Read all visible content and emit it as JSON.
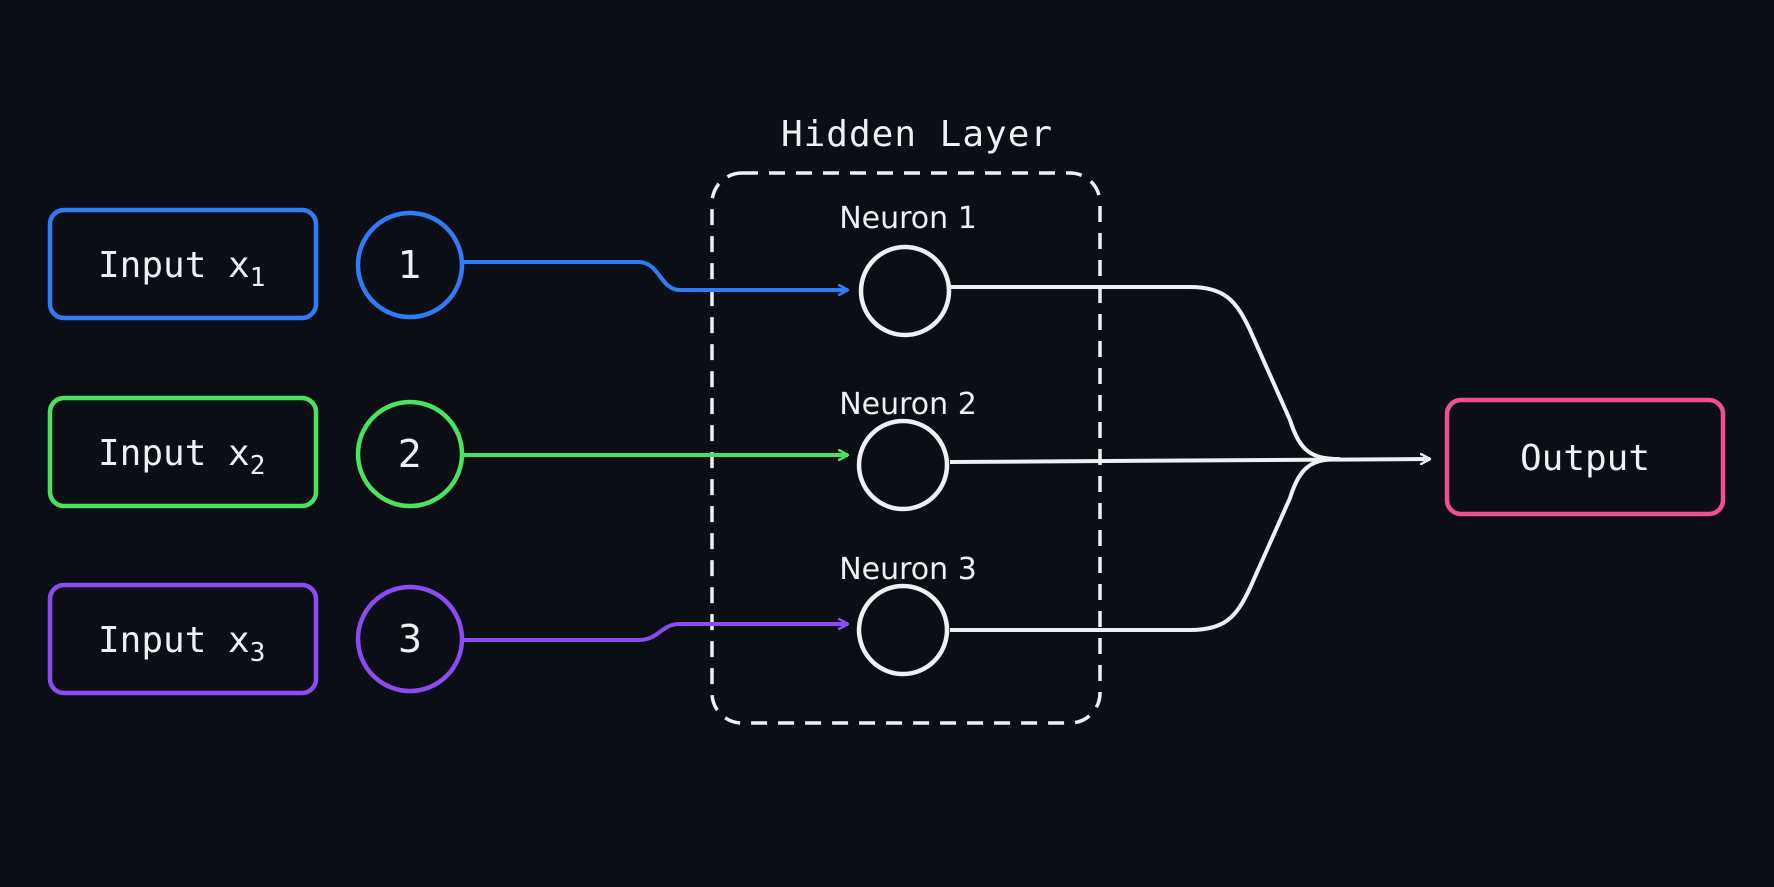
{
  "colors": {
    "background": "#0b0e14",
    "input1": "#2f7df6",
    "input2": "#4ce35c",
    "input3": "#8a4cf0",
    "output": "#ef4f93",
    "neutral": "#eef0f2"
  },
  "hidden_layer": {
    "title": "Hidden Layer",
    "neurons": [
      {
        "label": "Neuron 1"
      },
      {
        "label": "Neuron 2"
      },
      {
        "label": "Neuron 3"
      }
    ]
  },
  "inputs": [
    {
      "label": "Input x",
      "subscript": "1",
      "node": "1"
    },
    {
      "label": "Input x",
      "subscript": "2",
      "node": "2"
    },
    {
      "label": "Input x",
      "subscript": "3",
      "node": "3"
    }
  ],
  "output": {
    "label": "Output"
  }
}
